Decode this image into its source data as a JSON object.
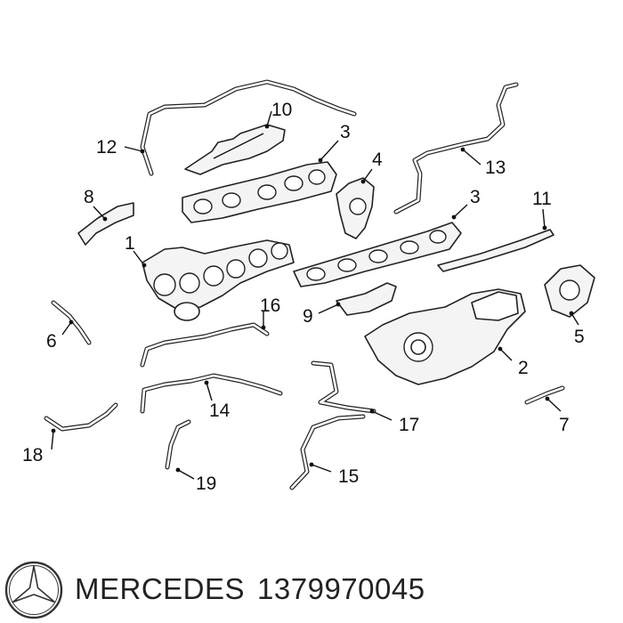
{
  "callouts": {
    "c1": "1",
    "c2": "2",
    "c3a": "3",
    "c3b": "3",
    "c4": "4",
    "c5": "5",
    "c6": "6",
    "c7": "7",
    "c8": "8",
    "c9": "9",
    "c10": "10",
    "c11": "11",
    "c12": "12",
    "c13": "13",
    "c14": "14",
    "c15": "15",
    "c16": "16",
    "c17": "17",
    "c18": "18",
    "c19": "19"
  },
  "footer": {
    "brand": "MERCEDES",
    "part_number": "1379970045",
    "logo_icon": "mercedes-star-icon"
  }
}
